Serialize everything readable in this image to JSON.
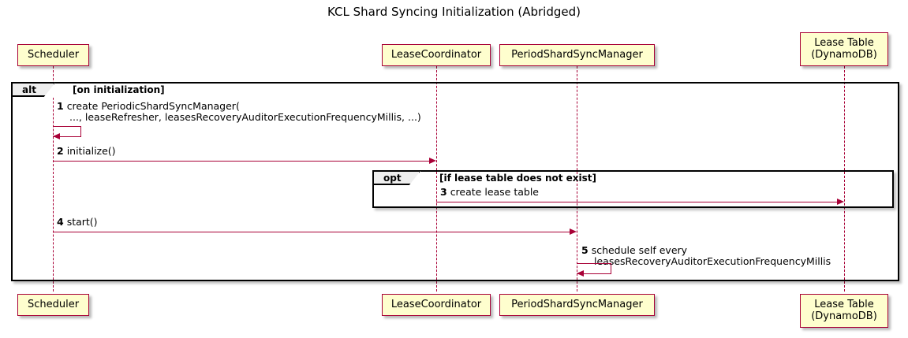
{
  "diagram": {
    "title": "KCL Shard Syncing Initialization (Abridged)",
    "type": "uml-sequence-diagram"
  },
  "participants": [
    {
      "id": "scheduler",
      "label": "Scheduler",
      "label_line2": ""
    },
    {
      "id": "leasecoord",
      "label": "LeaseCoordinator",
      "label_line2": ""
    },
    {
      "id": "pssm",
      "label": "PeriodShardSyncManager",
      "label_line2": ""
    },
    {
      "id": "leasetable",
      "label": "Lease Table",
      "label_line2": "(DynamoDB)"
    }
  ],
  "fragments": [
    {
      "id": "alt-frame",
      "operator": "alt",
      "condition": "[on initialization]"
    },
    {
      "id": "opt-frame",
      "operator": "opt",
      "condition": "[if lease table does not exist]"
    }
  ],
  "messages": [
    {
      "number": "1",
      "text_line1": "create PeriodicShardSyncManager(",
      "text_line2": "..., leaseRefresher, leasesRecoveryAuditorExecutionFrequencyMillis, ...)",
      "from": "scheduler",
      "to": "scheduler",
      "kind": "self"
    },
    {
      "number": "2",
      "text_line1": "initialize()",
      "text_line2": "",
      "from": "scheduler",
      "to": "leasecoord",
      "kind": "sync"
    },
    {
      "number": "3",
      "text_line1": "create lease table",
      "text_line2": "",
      "from": "leasecoord",
      "to": "leasetable",
      "kind": "sync"
    },
    {
      "number": "4",
      "text_line1": "start()",
      "text_line2": "",
      "from": "scheduler",
      "to": "pssm",
      "kind": "sync"
    },
    {
      "number": "5",
      "text_line1": "schedule self every",
      "text_line2": "leasesRecoveryAuditorExecutionFrequencyMillis",
      "from": "pssm",
      "to": "pssm",
      "kind": "self"
    }
  ],
  "colors": {
    "participant_fill": "#FEFECE",
    "participant_border": "#A80036",
    "arrow": "#A80036",
    "frame_border": "#000000",
    "frame_tab_fill": "#EEEEEE",
    "text": "#000000",
    "background": "#FFFFFF"
  }
}
